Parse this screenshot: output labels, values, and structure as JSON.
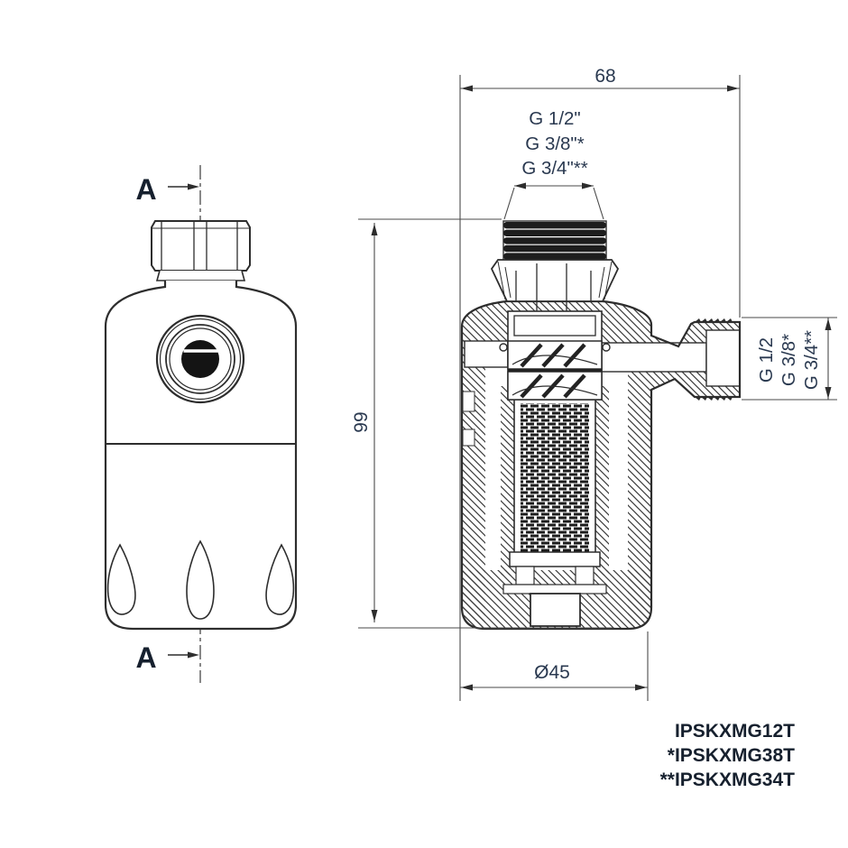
{
  "drawing": {
    "background": "#ffffff",
    "line_color": "#2d2d2d",
    "dim_color": "#2a3950",
    "section_marker_top": "A",
    "section_marker_bottom": "A",
    "dims": {
      "width": "68",
      "height": "99",
      "diameter": "Ø45"
    },
    "top_threads": [
      "G 1/2\"",
      "G 3/8\"*",
      "G 3/4\"**"
    ],
    "side_threads": [
      "G 1/2",
      "G 3/8*",
      "G 3/4**"
    ],
    "part_numbers": [
      "IPSKXMG12T",
      "*IPSKXMG38T",
      "**IPSKXMG34T"
    ]
  }
}
